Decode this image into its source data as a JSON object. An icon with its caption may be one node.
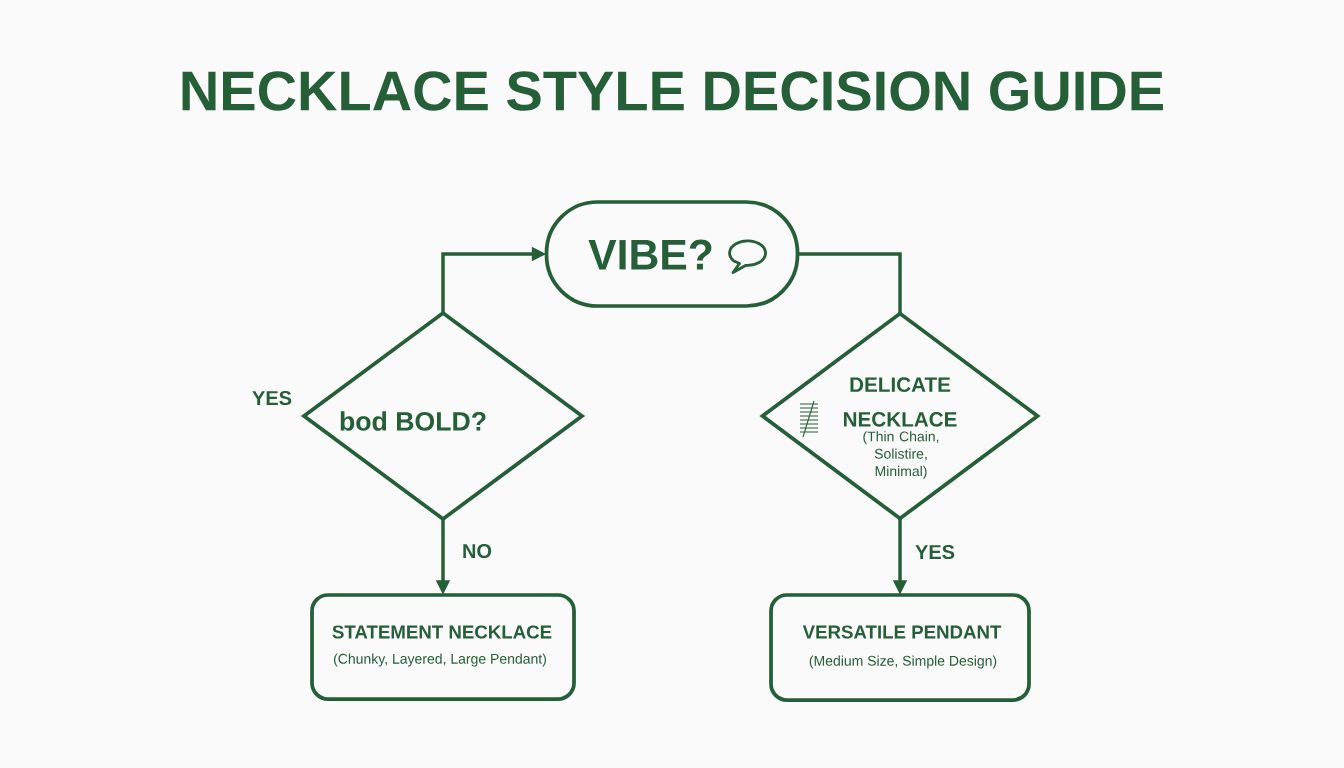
{
  "diagram": {
    "title": "NECKLACE STYLE DECISION GUIDE",
    "nodes": [
      {
        "text": [
          "VIBE?"
        ]
      },
      {
        "text": [
          "bod BOLD?"
        ],
        "beside": [
          "YES"
        ]
      },
      {
        "text": [
          "DELICATE NECKLACE",
          "(Thin Chain, Solistire, Minimal)"
        ]
      },
      {
        "text": [
          "STATEMENT NECKLACE",
          "(Chunky, Layered, Large Pendant)"
        ]
      },
      {
        "text": [
          "VERSATILE PENDANT",
          "(Medium Size, Simple Design)"
        ]
      }
    ],
    "edges": [
      {
        "from": 1,
        "to": 0,
        "arrow": "to"
      },
      {
        "from": 0,
        "to": 2,
        "arrow": "none"
      },
      {
        "from": 1,
        "to": 3,
        "arrow": "to",
        "label": "NO"
      },
      {
        "from": 2,
        "to": 4,
        "arrow": "to",
        "label": "YES"
      }
    ]
  }
}
